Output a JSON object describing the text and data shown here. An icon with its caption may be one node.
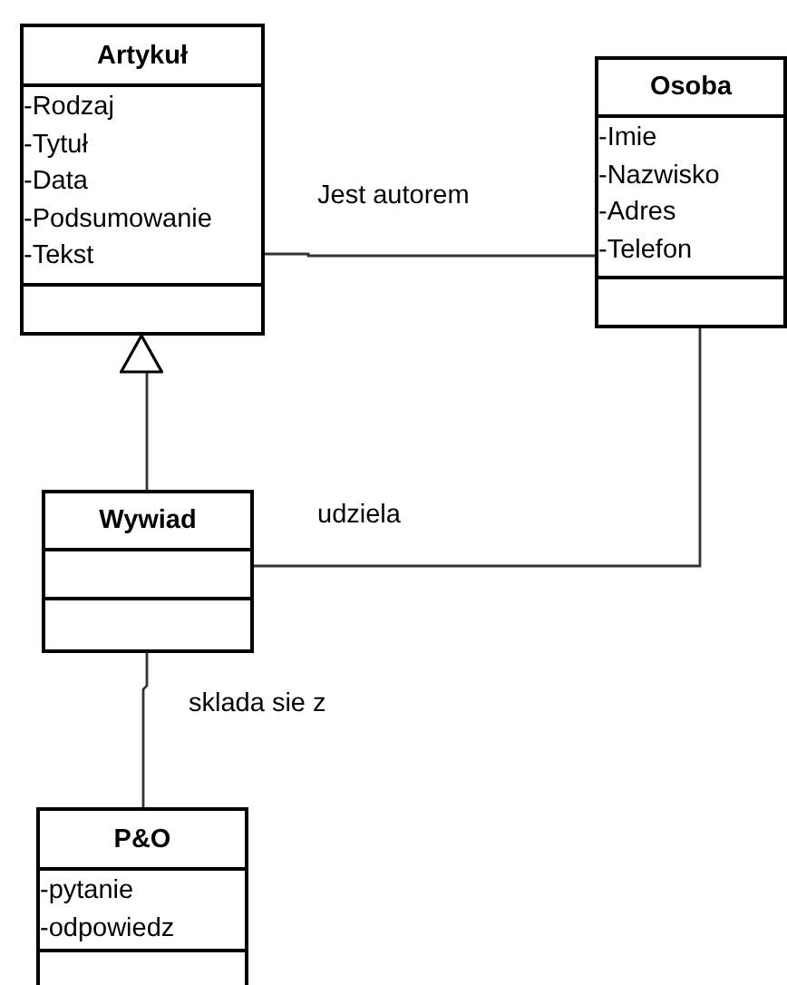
{
  "diagram": {
    "nodes": [
      {
        "text": [
          "Artykuł",
          "-Rodzaj",
          "-Tytuł",
          "-Data",
          "-Podsumowanie",
          "-Tekst"
        ]
      },
      {
        "text": [
          "Osoba",
          "-Imie",
          "-Nazwisko",
          "-Adres",
          "-Telefon"
        ]
      },
      {
        "text": [
          "Wywiad"
        ]
      },
      {
        "text": [
          "P&O",
          "-pytanie",
          "-odpowiedz"
        ]
      }
    ],
    "edges": [
      {
        "from": 0,
        "to": 1,
        "arrow": "none",
        "label": "Jest autorem"
      },
      {
        "from": 2,
        "to": 0,
        "arrow": "to"
      },
      {
        "from": 1,
        "to": 2,
        "arrow": "none",
        "label": "udziela"
      },
      {
        "from": 2,
        "to": 3,
        "arrow": "none",
        "label": "sklada sie z"
      }
    ]
  }
}
